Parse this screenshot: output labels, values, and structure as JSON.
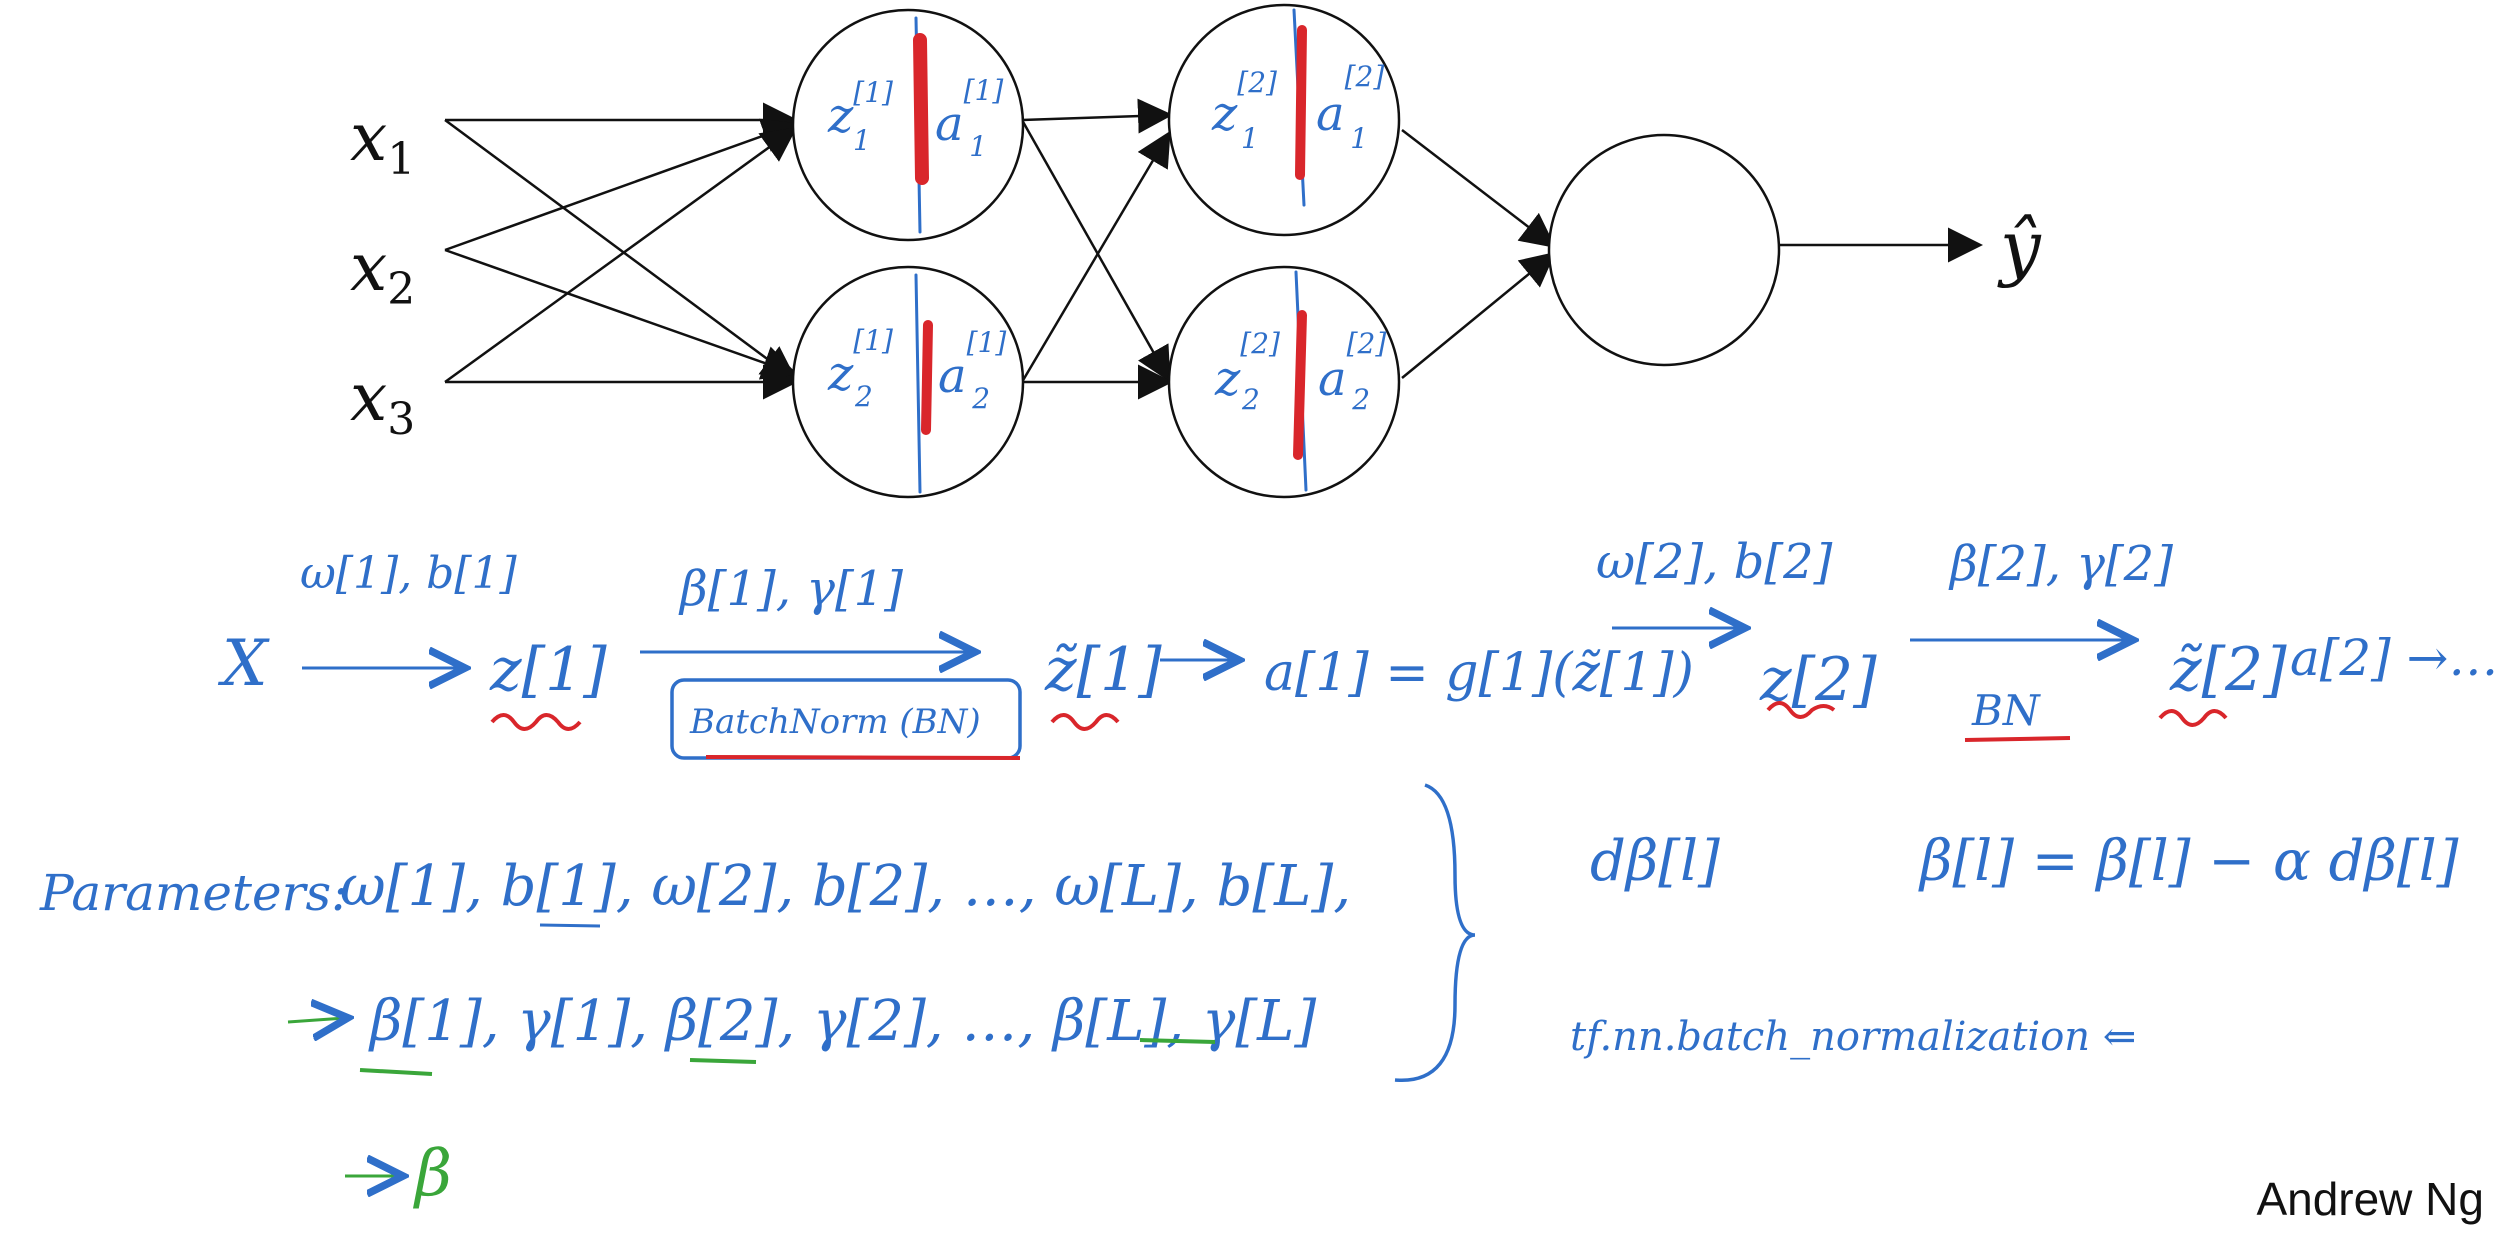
{
  "network": {
    "inputs": [
      "x",
      "x",
      "x"
    ],
    "input_subscripts": [
      "1",
      "2",
      "3"
    ],
    "output_label": "ŷ",
    "layer1_nodes": [
      {
        "z": "z",
        "zsup": "[1]",
        "zsub": "1",
        "a": "a",
        "asup": "[1]",
        "asub": "1"
      },
      {
        "z": "z",
        "zsup": "[1]",
        "zsub": "2",
        "a": "a",
        "asup": "[1]",
        "asub": "2"
      }
    ],
    "layer2_nodes": [
      {
        "z": "z",
        "zsup": "[2]",
        "zsub": "1",
        "a": "a",
        "asup": "[2]",
        "asub": "1"
      },
      {
        "z": "z",
        "zsup": "[2]",
        "zsub": "2",
        "a": "a",
        "asup": "[2]",
        "asub": "2"
      }
    ]
  },
  "flow": {
    "x": "X",
    "w1b1": "ω[1], b[1]",
    "z1": "z[1]",
    "beta1gamma1": "β[1], γ[1]",
    "batchnorm_box": "BatchNorm (BN)",
    "ztilde1": "z̃[1]",
    "a1_eq": "a[1] = g[1](z̃[1])",
    "w2b2": "ω[2], b[2]",
    "z2": "z[2]",
    "beta2gamma2": "β[2], γ[2]",
    "bn": "BN",
    "ztilde2": "z̃[2]",
    "a2": "a[2] →…"
  },
  "parameters": {
    "label": "Parameters:",
    "row1": "ω[1], b[1], ω[2], b[2], …, ω[L], b[L],",
    "row2": "β[1], γ[1], β[2], γ[2], …, β[L], γ[L]",
    "arrow_beta": "β"
  },
  "update": {
    "dbeta": "dβ[l]",
    "rule": "β[l] = β[l] − α dβ[l]",
    "tf": "tf.nn.batch_normalization ⇐"
  },
  "credit": "Andrew Ng",
  "colors": {
    "ink": "#2f6fc9",
    "red": "#d9262b",
    "green": "#3aa63a",
    "black": "#111111"
  }
}
